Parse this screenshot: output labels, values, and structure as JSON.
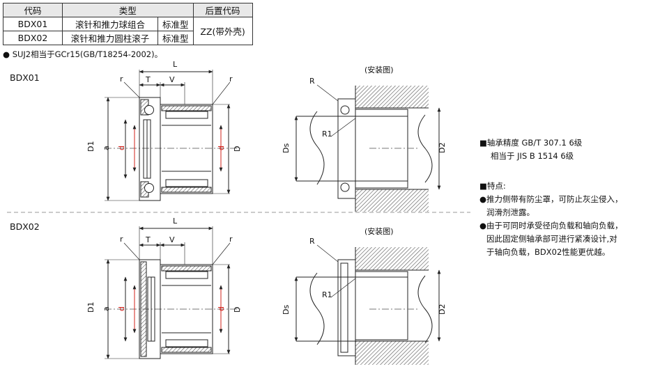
{
  "spec_table": {
    "headers": [
      "代码",
      "类型",
      "后置代码"
    ],
    "rows": [
      {
        "code": "BDX01",
        "type": "滚针和推力球组合",
        "std": "标准型",
        "suffix": "ZZ(带外壳)"
      },
      {
        "code": "BDX02",
        "type": "滚针和推力圆柱滚子",
        "std": "标准型"
      }
    ]
  },
  "note": "● SUJ2相当于GCr15(GB/T18254-2002)。",
  "sections": [
    {
      "code": "BDX01",
      "install_label": "(安装图)"
    },
    {
      "code": "BDX02",
      "install_label": "(安装图)"
    }
  ],
  "dims": {
    "L": "L",
    "T": "T",
    "V": "V",
    "r": "r",
    "R": "R",
    "R1": "R1",
    "D1": "D1",
    "a": "a",
    "d": "d",
    "D": "D",
    "Ds": "Ds",
    "D2": "D2"
  },
  "precision": {
    "title": "■轴承精度  GB/T  307.1 6级",
    "line2": "相当于      JIS  B  1514 6级"
  },
  "features": {
    "title": "■特点:",
    "items": [
      [
        "●推力侧带有防尘罩，可防止灰尘侵入，",
        "润滑剂泄露。"
      ],
      [
        "●由于可同时承受径向负载和轴向负载，",
        "因此固定侧轴承部可进行紧凑设计,对",
        "于轴向负载，BDX02性能更优越。"
      ]
    ]
  },
  "colors": {
    "line": "#222222",
    "hatch": "#555555",
    "center": "#777777",
    "accent": "#d0201a",
    "header_bg": "#e8e8e8"
  }
}
